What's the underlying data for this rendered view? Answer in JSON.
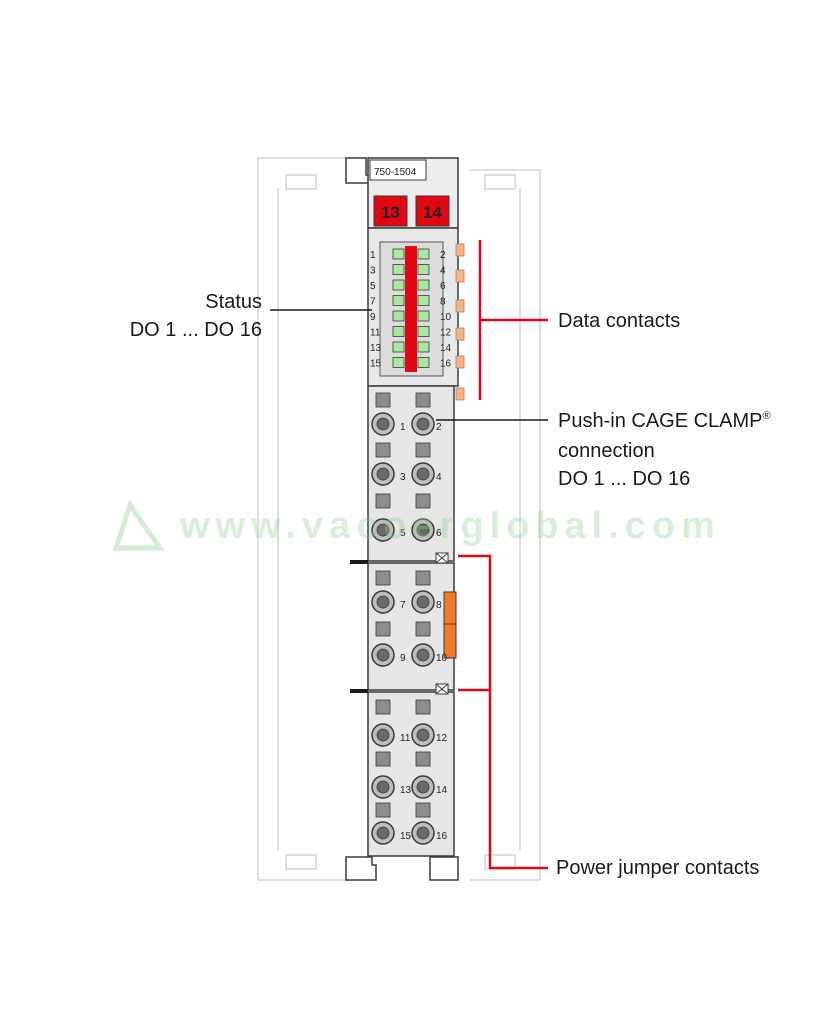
{
  "device": {
    "model": "750-1504",
    "top_badges": [
      "13",
      "14"
    ],
    "status_left_numbers": [
      "1",
      "3",
      "5",
      "7",
      "9",
      "11",
      "13",
      "15"
    ],
    "status_right_numbers": [
      "2",
      "4",
      "6",
      "8",
      "10",
      "12",
      "14",
      "16"
    ]
  },
  "terminals": [
    {
      "left": "1",
      "right": "2"
    },
    {
      "left": "3",
      "right": "4"
    },
    {
      "left": "5",
      "right": "6"
    },
    {
      "left": "7",
      "right": "8"
    },
    {
      "left": "9",
      "right": "10"
    },
    {
      "left": "11",
      "right": "12"
    },
    {
      "left": "13",
      "right": "14"
    },
    {
      "left": "15",
      "right": "16"
    }
  ],
  "labels": {
    "status_line1": "Status",
    "status_line2": "DO 1 ... DO 16",
    "data_contacts": "Data contacts",
    "pushin_line1": "Push-in CAGE CLAMP",
    "pushin_reg": "®",
    "pushin_line2": "connection",
    "pushin_line3": "DO 1 ... DO 16",
    "power_jumper": "Power jumper contacts"
  },
  "watermark": "www.vacoerglobal.com",
  "colors": {
    "accent_red": "#e30613",
    "led_green": "#a8e8a0",
    "body_gray": "#e6e6e6",
    "outline": "#3a3a3a",
    "contact_orange": "#f2b48a",
    "latch_orange": "#f07a2a"
  }
}
